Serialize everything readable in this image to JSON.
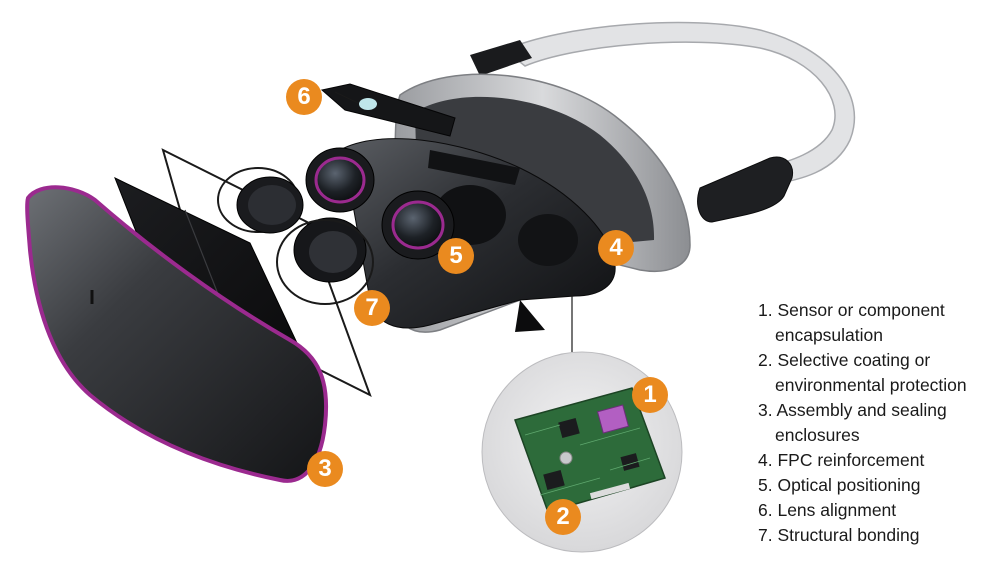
{
  "accent_color": "#ea8a1f",
  "highlight_color": "#9b2a8f",
  "callouts": [
    {
      "number": "6",
      "part": "front-sensor-bracket"
    },
    {
      "number": "4",
      "part": "headset-body"
    },
    {
      "number": "5",
      "part": "optical-lens"
    },
    {
      "number": "7",
      "part": "lens-rings"
    },
    {
      "number": "1",
      "part": "circuit-board-chip"
    },
    {
      "number": "2",
      "part": "circuit-board-component"
    },
    {
      "number": "3",
      "part": "front-cover-shell"
    }
  ],
  "legend": [
    {
      "line1": "1. Sensor or component",
      "line2": "encapsulation"
    },
    {
      "line1": "2. Selective coating or",
      "line2": "environmental protection"
    },
    {
      "line1": "3. Assembly and sealing",
      "line2": "enclosures"
    },
    {
      "line1": "4. FPC reinforcement",
      "line2": ""
    },
    {
      "line1": "5. Optical positioning",
      "line2": ""
    },
    {
      "line1": "6. Lens alignment",
      "line2": ""
    },
    {
      "line1": "7. Structural bonding",
      "line2": ""
    }
  ]
}
